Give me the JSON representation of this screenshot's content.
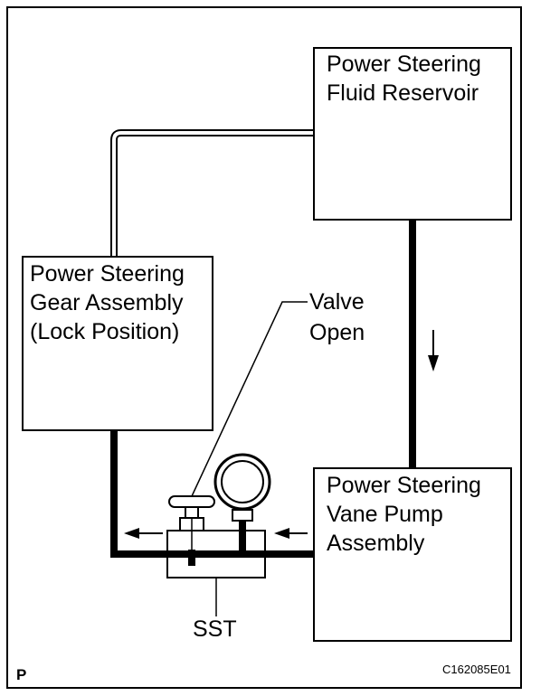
{
  "reservoir": {
    "line1": "Power Steering",
    "line2": "Fluid Reservoir"
  },
  "gear": {
    "line1": "Power Steering",
    "line2": "Gear Assembly",
    "line3": "(Lock Position)"
  },
  "pump": {
    "line1": "Power Steering",
    "line2": "Vane Pump",
    "line3": "Assembly"
  },
  "valve": {
    "line1": "Valve",
    "line2": "Open"
  },
  "tool": {
    "label": "SST"
  },
  "footer": {
    "corner_letter": "P",
    "code": "C162085E01"
  },
  "icons": [
    "flow-arrow-down-icon",
    "flow-arrow-left-icon",
    "pressure-gauge-icon",
    "valve-handle-icon"
  ]
}
